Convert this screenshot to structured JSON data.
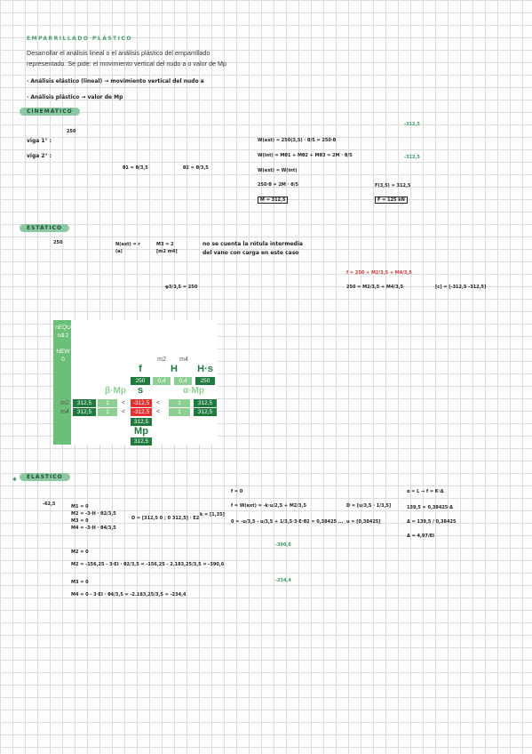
{
  "header": {
    "title": "EMPARRILLADO PLÁSTICO",
    "intro_line1": "Desarrollar el análisis lineal o el análisis plástico del emparrillado",
    "intro_line2": "representado. Se pide: el movimiento vertical del nudo a o valor de Mp",
    "bullet1": "· Análisis elástico (lineal) → movimiento vertical del nudo a",
    "bullet2": "· Análisis plástico → valor de Mp"
  },
  "sections": {
    "cinematico": "CINEMÁTICO",
    "estatico": "ESTÁTICO",
    "elastico": "ELÁSTICO"
  },
  "cinematico": {
    "viga1": "viga 1° :",
    "viga2": "viga 2° :",
    "len250": "250",
    "eq1": "W(ext) = 250(3,5) · θ/5 = 250·θ",
    "eq2": "W(int) = Mθ1 + Mθ2 + Mθ3 = 2M · θ/5",
    "eq3": "W(ext) = W(int)",
    "eq4": "250·θ = 2M · θ/5",
    "res": "M = 312,5",
    "fs": "F(3,5) = 312,5",
    "res2": "F = 125 kN",
    "theta1": "θ1 = θ/3,5",
    "theta2": "θ2 = θ/3,5",
    "v1": "-312,5",
    "v2": "-312,5"
  },
  "estatico": {
    "note1": "N(ext) = r",
    "note1b": "(a)",
    "note2": "M3 = 2",
    "note2b": "[m2 m4]",
    "note3": "no se cuenta la rótula intermedia",
    "note4": "del vano con carga en este caso",
    "eq_a": "φ3/3,5 = 250",
    "eq_b": "f = 250 + M2/3,5 + M4/3,5",
    "eq_c": "250 = M2/3,5 + M4/3,5",
    "eq_d": "[c] = [-312,5 -312,5]"
  },
  "sheet": {
    "left": [
      "nEQU 1",
      "nα 2",
      "NEW 0"
    ],
    "m2": "m2",
    "m4": "m4",
    "f": "f",
    "H": "H",
    "Hs": "H·s",
    "v250": "250",
    "v04a": "0,4",
    "v04b": "0,4",
    "v250b": "250",
    "beta": "β·Mp",
    "s": "s",
    "alpha": "α·Mp",
    "r1": [
      "m2",
      "312,5",
      "1",
      "<",
      "-312,5",
      "<",
      "1",
      "312,5"
    ],
    "r2": [
      "m4",
      "312,5",
      "1",
      "<",
      "-312,5",
      "<",
      "1",
      "312,5"
    ],
    "sum": "312,5",
    "mp": "Mp",
    "mpv": "312,5"
  },
  "elastico": {
    "a1": "M1 = 0",
    "a2": "M2 = -3·H · θ2/3,5",
    "a3": "M3 = 0",
    "a4": "M4 = -3·H · θ4/3,5",
    "mat": "D = [312,5  0 ; 0  312,5] · E2",
    "k": "k = [1,35]",
    "b1": "M2 = 0",
    "b2": "M2 = -156,25 - 3·EI · θ2/3,5 = -156,25 - 2.183,25/3,5 = -390,6",
    "b3": "M3 = 0",
    "b4": "M4 = 0 - 3·EI · θ4/3,5 = -2.183,25/3,5 = -234,4",
    "c1": "f = 0",
    "c2": "f = W(ext) = -k·u/2,5 + M2/3,5",
    "c3": "0 = -u/3,5 - u/3,5 + 1/3,5·3·E·θ2 = 0,38425 ...",
    "c4": "D = [u/3,5 · 1/3,5]",
    "c5": "u = [0,38425]",
    "d1": "α = L → f = K·Δ",
    "d2": "139,5 = 0,38425·Δ",
    "d3": "Δ = 139,5 / 0,38425",
    "d4": "Δ = 4,97/EI",
    "lab390": "-390,6",
    "lab234": "-234,4",
    "lab62": "-62,5"
  },
  "colors": {
    "accent_green": "#3e9a63",
    "pill_green": "#8cc9a3",
    "grid": "#dcdcdc",
    "sheet_dark": "#1e7a3d",
    "sheet_light": "#8ccf93",
    "sheet_red": "#e3302e",
    "red_ink": "#d23b3b"
  }
}
